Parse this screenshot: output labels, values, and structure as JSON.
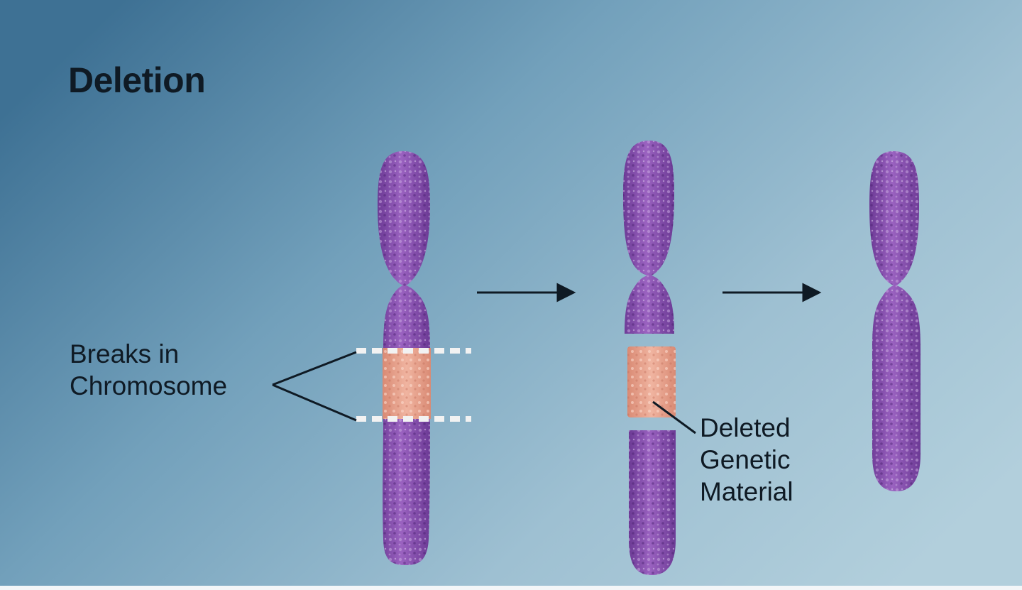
{
  "title": "Deletion",
  "labels": {
    "breaks_line1": "Breaks in",
    "breaks_line2": "Chromosome",
    "deleted_line1": "Deleted",
    "deleted_line2": "Genetic",
    "deleted_line3": "Material"
  },
  "colors": {
    "background_dark": "#3f7295",
    "background_light": "#a9c8d8",
    "chromosome": "#8a52b0",
    "deleted_segment": "#e8a08a",
    "break_marks": "#f2f2f2",
    "text": "#0f1a24"
  }
}
